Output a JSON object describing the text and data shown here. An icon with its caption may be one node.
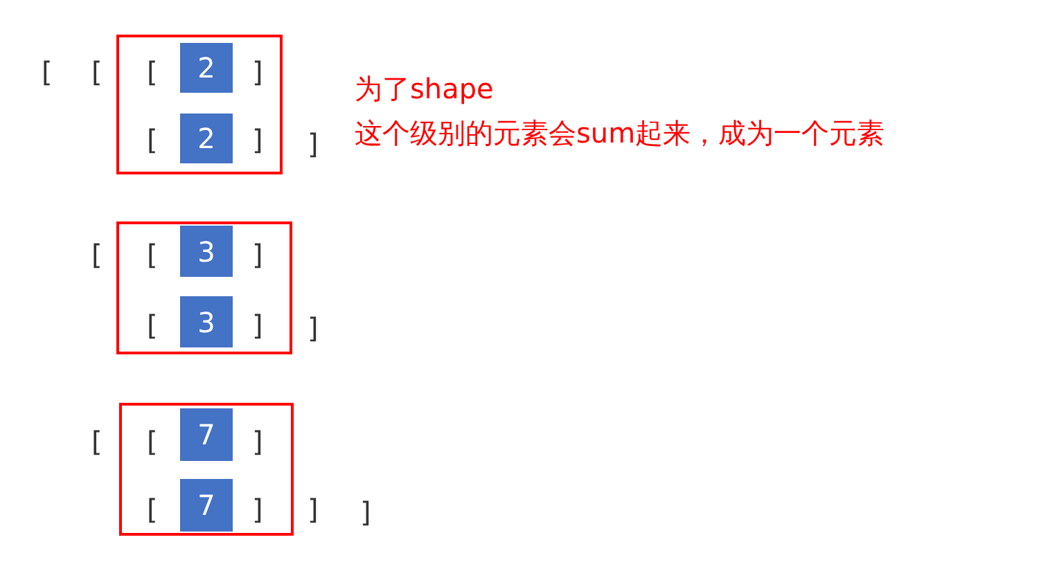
{
  "diagram": {
    "nodes": [
      {
        "text": [],
        "shape": "box"
      },
      {
        "text": [
          "2"
        ],
        "in": 0
      },
      {
        "text": [
          "2"
        ],
        "in": 0
      },
      {
        "text": [],
        "shape": "box"
      },
      {
        "text": [
          "3"
        ],
        "in": 3
      },
      {
        "text": [
          "3"
        ],
        "in": 3
      },
      {
        "text": [],
        "shape": "box"
      },
      {
        "text": [
          "7"
        ],
        "in": 6
      },
      {
        "text": [
          "7"
        ],
        "in": 6
      }
    ],
    "labels": [
      "[",
      "[",
      "[",
      "]",
      "[",
      "]",
      "]",
      "[",
      "[",
      "]",
      "[",
      "]",
      "]",
      "[",
      "[",
      "]",
      "[",
      "]",
      "]",
      "]",
      "为了shape",
      "这个级别的元素会sum起来，成为一个元素"
    ]
  }
}
